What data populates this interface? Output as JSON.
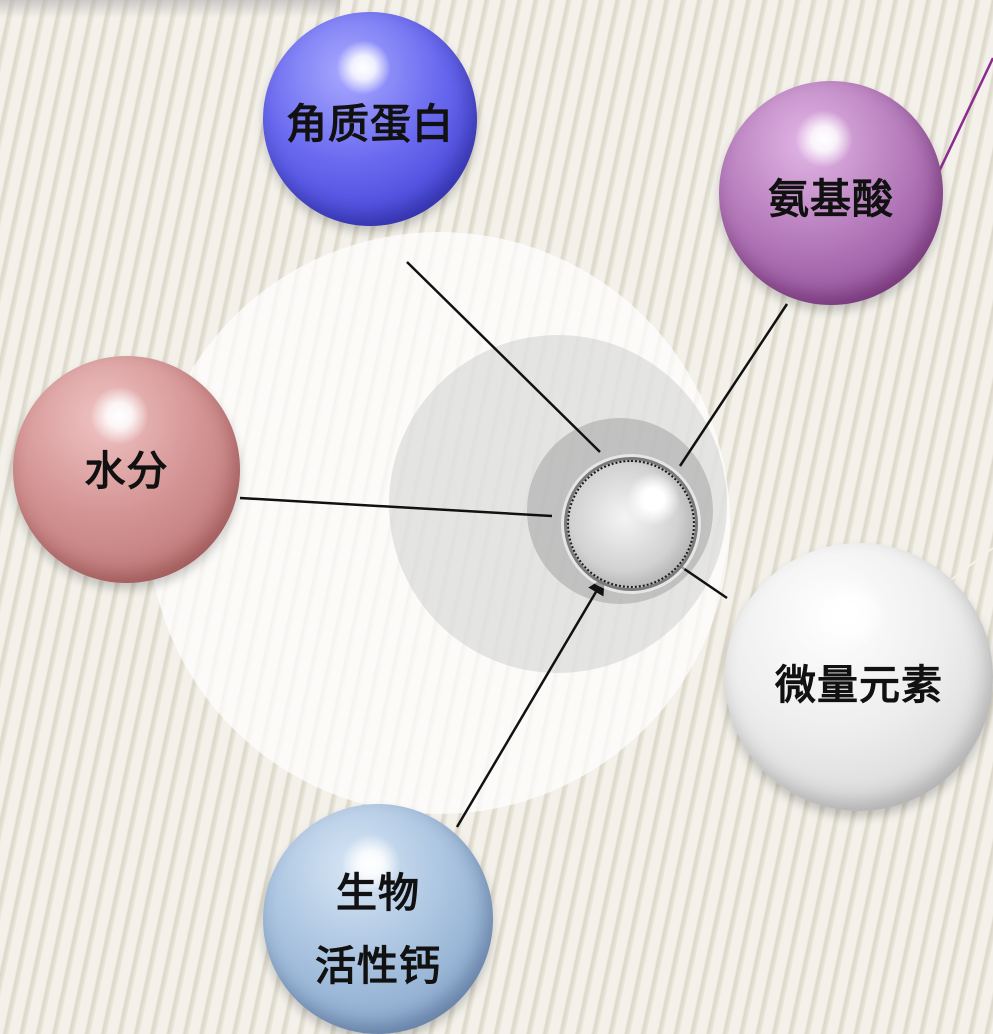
{
  "diagram": {
    "center_node": {
      "icon": "pearl"
    },
    "nodes": [
      {
        "id": "keratin",
        "label_lines": [
          "角质蛋白"
        ],
        "color": "#5a5ae6"
      },
      {
        "id": "amino",
        "label_lines": [
          "氨基酸"
        ],
        "color": "#a865ae"
      },
      {
        "id": "water",
        "label_lines": [
          "水分"
        ],
        "color": "#c98888"
      },
      {
        "id": "trace",
        "label_lines": [
          "微量元素"
        ],
        "color": "#e2e2e2"
      },
      {
        "id": "calcium",
        "label_lines": [
          "生物",
          "活性钙"
        ],
        "color": "#9bb7d8"
      }
    ],
    "edges": [
      {
        "from": "keratin",
        "to": "center"
      },
      {
        "from": "amino",
        "to": "center"
      },
      {
        "from": "water",
        "to": "center"
      },
      {
        "from": "center",
        "to": "trace"
      },
      {
        "from": "calcium",
        "to": "center",
        "arrow": true
      }
    ],
    "colors": {
      "connector": "#111111",
      "amino_arrow": "#8a2b8f",
      "background_stripe_light": "#f3f1ea",
      "background_stripe_dark": "#dcd7ca"
    }
  }
}
